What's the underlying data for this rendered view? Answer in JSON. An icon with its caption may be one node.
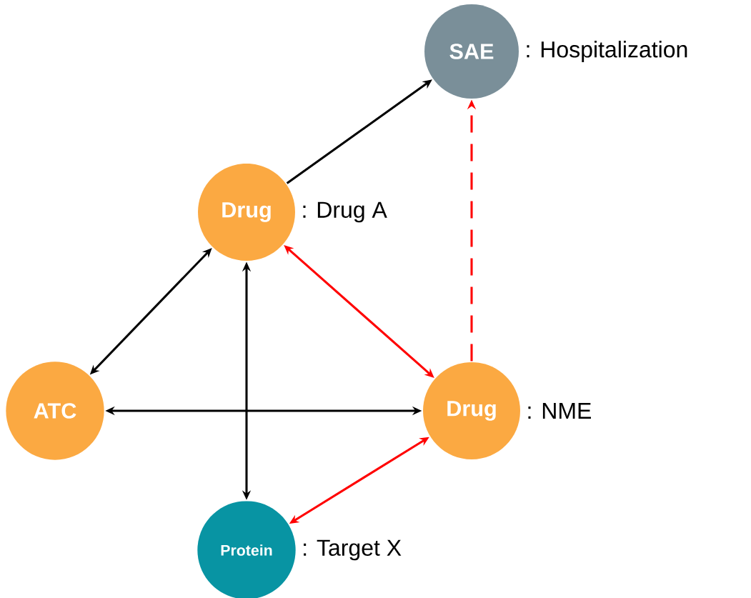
{
  "diagram": {
    "nodes": [
      {
        "text": [
          "SAE"
        ],
        "beside": [
          ": Hospitalization"
        ]
      },
      {
        "text": [
          "Drug"
        ],
        "beside": [
          ": Drug A"
        ]
      },
      {
        "text": [
          "ATC"
        ]
      },
      {
        "text": [
          "Drug"
        ],
        "beside": [
          ": NME"
        ]
      },
      {
        "text": [
          "Protein"
        ],
        "beside": [
          ": Target X"
        ]
      }
    ],
    "edges": [
      {
        "from": 1,
        "to": 0,
        "arrow": "to"
      },
      {
        "from": 3,
        "to": 0,
        "arrow": "to",
        "style": "dashed",
        "color": "#ff0000"
      },
      {
        "from": 1,
        "to": 3,
        "arrow": "both",
        "color": "#ff0000"
      },
      {
        "from": 1,
        "to": 2,
        "arrow": "both"
      },
      {
        "from": 1,
        "to": 4,
        "arrow": "both"
      },
      {
        "from": 2,
        "to": 3,
        "arrow": "both"
      },
      {
        "from": 3,
        "to": 4,
        "arrow": "both",
        "color": "#ff0000"
      }
    ]
  }
}
